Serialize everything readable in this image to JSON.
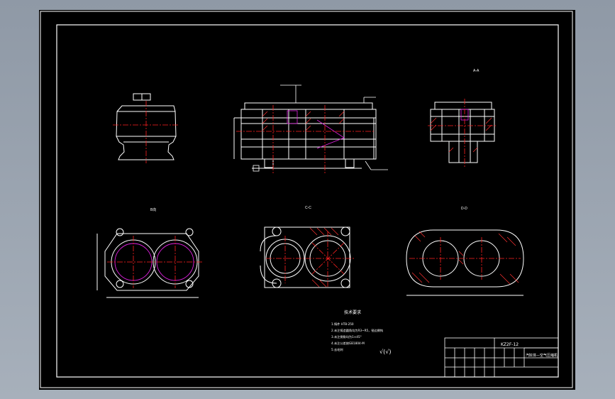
{
  "drawing": {
    "view_labels": {
      "section_aa": "A-A",
      "view_b": "B向",
      "section_cc": "C-C",
      "section_dd": "D-D"
    },
    "tech_requirements": {
      "title": "技术要求",
      "items": [
        "1.铸件 HT8-250",
        "2.未注铸造圆角均为R3~R5，锐边倒钝",
        "3.未注倒角均为1×45°",
        "4.未注公差按GB1804-M",
        "5.去毛刺"
      ]
    },
    "roughness_note": "√(√)",
    "title_block": {
      "code": "KZ2F-12",
      "name": "汽缸体—空气压缩机"
    },
    "colors": {
      "background": "#000000",
      "line": "#ffffff",
      "center_line": "#ff2020",
      "hidden_line": "#e020e0",
      "hatch": "#ff3030"
    }
  }
}
